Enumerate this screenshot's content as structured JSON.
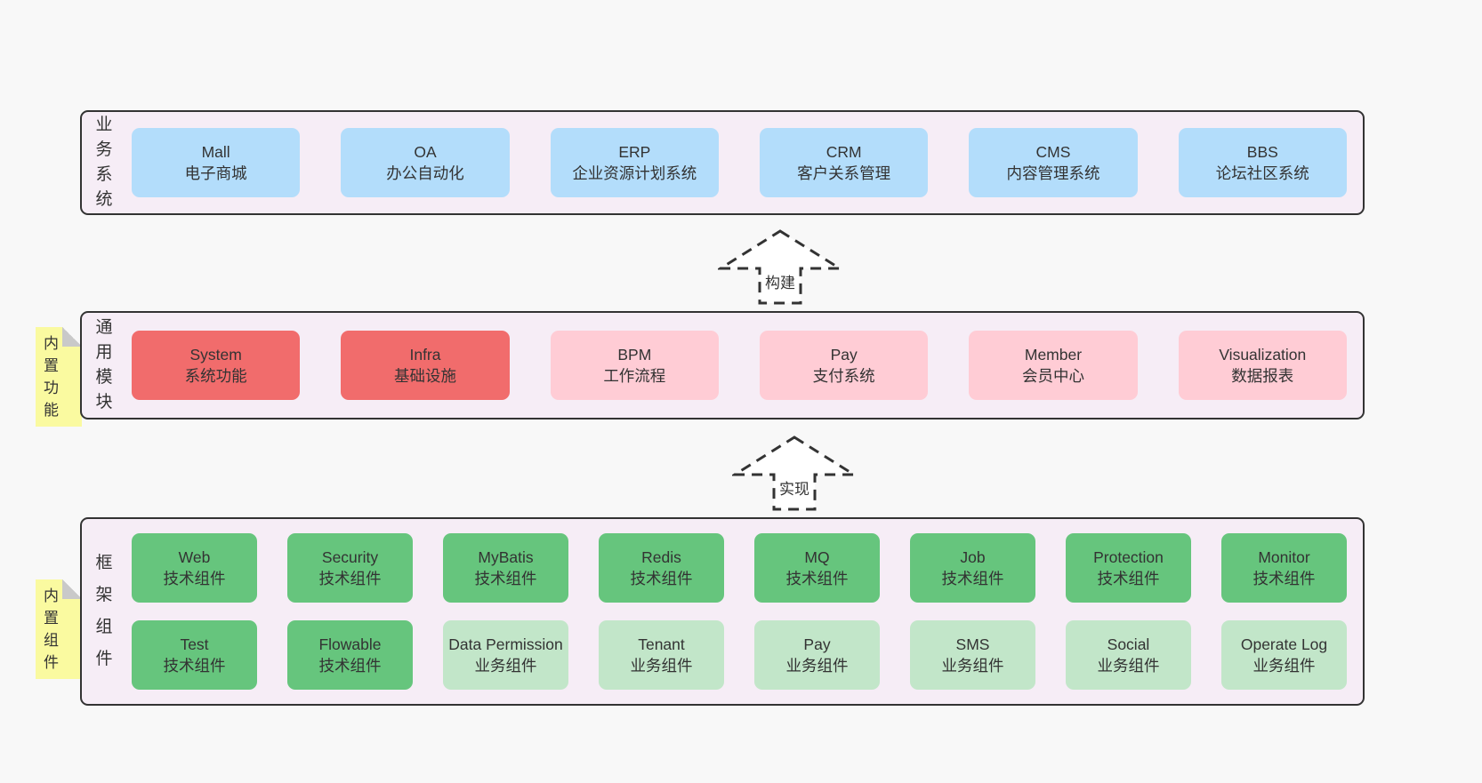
{
  "colors": {
    "page_background": "#f8f8f8",
    "panel_background": "#f6edf6",
    "panel_border": "#333333",
    "blue_box": "#b3ddfb",
    "red_box": "#f16c6c",
    "pink_box": "#ffccd5",
    "green_box": "#66c57d",
    "light_green_box": "#c2e6c9",
    "sticky_note": "#fafaa0",
    "sticky_fold": "#c9c9c9",
    "text": "#333333"
  },
  "arrows": [
    {
      "label": "构建"
    },
    {
      "label": "实现"
    }
  ],
  "layers": [
    {
      "id": "business-systems",
      "label": "业务系统",
      "boxes": [
        {
          "name": "Mall",
          "desc": "电子商城"
        },
        {
          "name": "OA",
          "desc": "办公自动化"
        },
        {
          "name": "ERP",
          "desc": "企业资源计划系统"
        },
        {
          "name": "CRM",
          "desc": "客户关系管理"
        },
        {
          "name": "CMS",
          "desc": "内容管理系统"
        },
        {
          "name": "BBS",
          "desc": "论坛社区系统"
        }
      ]
    },
    {
      "id": "common-modules",
      "label": "通用模块",
      "note": "内置功能",
      "boxes": [
        {
          "name": "System",
          "desc": "系统功能"
        },
        {
          "name": "Infra",
          "desc": "基础设施"
        },
        {
          "name": "BPM",
          "desc": "工作流程"
        },
        {
          "name": "Pay",
          "desc": "支付系统"
        },
        {
          "name": "Member",
          "desc": "会员中心"
        },
        {
          "name": "Visualization",
          "desc": "数据报表"
        }
      ]
    },
    {
      "id": "framework-components",
      "label": "框架组件",
      "note": "内置组件",
      "rows": [
        [
          {
            "name": "Web",
            "desc": "技术组件"
          },
          {
            "name": "Security",
            "desc": "技术组件"
          },
          {
            "name": "MyBatis",
            "desc": "技术组件"
          },
          {
            "name": "Redis",
            "desc": "技术组件"
          },
          {
            "name": "MQ",
            "desc": "技术组件"
          },
          {
            "name": "Job",
            "desc": "技术组件"
          },
          {
            "name": "Protection",
            "desc": "技术组件"
          },
          {
            "name": "Monitor",
            "desc": "技术组件"
          }
        ],
        [
          {
            "name": "Test",
            "desc": "技术组件"
          },
          {
            "name": "Flowable",
            "desc": "技术组件"
          },
          {
            "name": "Data Permission",
            "desc": "业务组件"
          },
          {
            "name": "Tenant",
            "desc": "业务组件"
          },
          {
            "name": "Pay",
            "desc": "业务组件"
          },
          {
            "name": "SMS",
            "desc": "业务组件"
          },
          {
            "name": "Social",
            "desc": "业务组件"
          },
          {
            "name": "Operate Log",
            "desc": "业务组件"
          }
        ]
      ]
    }
  ]
}
